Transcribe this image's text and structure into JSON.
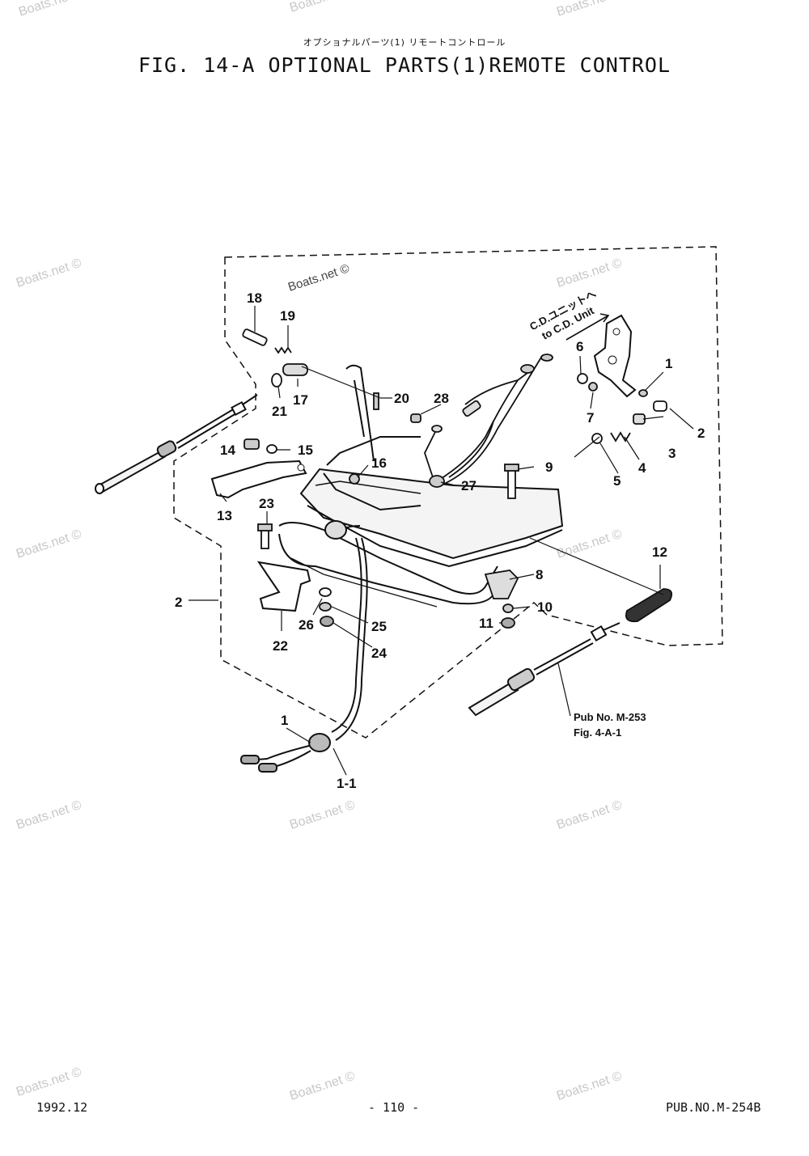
{
  "header": {
    "subtitle_jp": "オプショナルパーツ(1) リモートコントロール",
    "title": "FIG. 14-A OPTIONAL PARTS(1)REMOTE CONTROL"
  },
  "callouts": {
    "c1": "1",
    "c1b": "1",
    "c1_1": "1-1",
    "c2": "2",
    "c2b": "2",
    "c3": "3",
    "c4": "4",
    "c5": "5",
    "c6": "6",
    "c7": "7",
    "c8": "8",
    "c9": "9",
    "c10": "10",
    "c11": "11",
    "c12": "12",
    "c13": "13",
    "c14": "14",
    "c15": "15",
    "c16": "16",
    "c17": "17",
    "c18": "18",
    "c19": "19",
    "c20": "20",
    "c21": "21",
    "c22": "22",
    "c23": "23",
    "c24": "24",
    "c25": "25",
    "c26": "26",
    "c27": "27",
    "c28": "28"
  },
  "notes": {
    "cd_unit_jp": "C.D.ユニットへ",
    "cd_unit_en": "to C.D. Unit",
    "pub_ref_1": "Pub No. M-253",
    "pub_ref_2": "Fig. 4-A-1"
  },
  "watermark": "Boats.net ©",
  "footer": {
    "date": "1992.12",
    "page": "- 110 -",
    "pub": "PUB.NO.M-254B"
  }
}
